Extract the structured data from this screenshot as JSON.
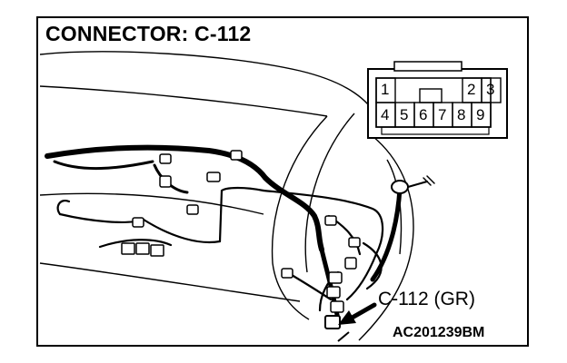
{
  "figure": {
    "title": "CONNECTOR: C-112",
    "callout": "C-112 (GR)",
    "code": "AC201239BM"
  },
  "connector": {
    "top_row": [
      "1",
      "",
      "",
      "",
      "2",
      "3"
    ],
    "bottom_row": [
      "4",
      "5",
      "6",
      "7",
      "8",
      "9"
    ]
  }
}
